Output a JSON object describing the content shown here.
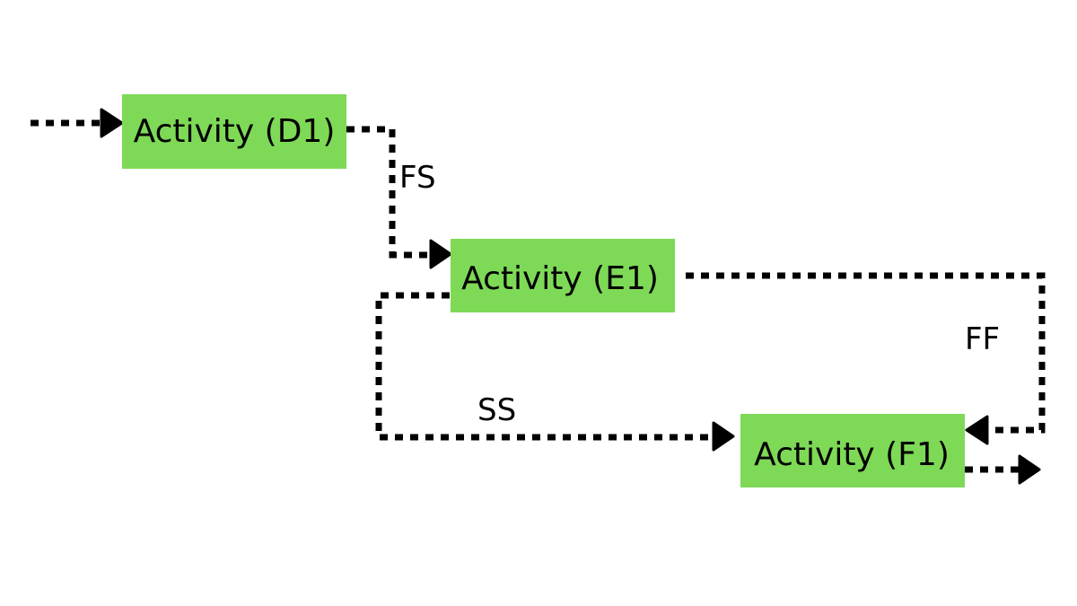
{
  "nodes": {
    "d1": {
      "label": "Activity (D1)"
    },
    "e1": {
      "label": "Activity (E1)"
    },
    "f1": {
      "label": "Activity (F1)"
    }
  },
  "dependencies": {
    "fs": {
      "label": "FS"
    },
    "ss": {
      "label": "SS"
    },
    "ff": {
      "label": "FF"
    }
  },
  "colors": {
    "node_fill": "#7ED957",
    "line": "#000000",
    "background": "#FFFFFF"
  }
}
